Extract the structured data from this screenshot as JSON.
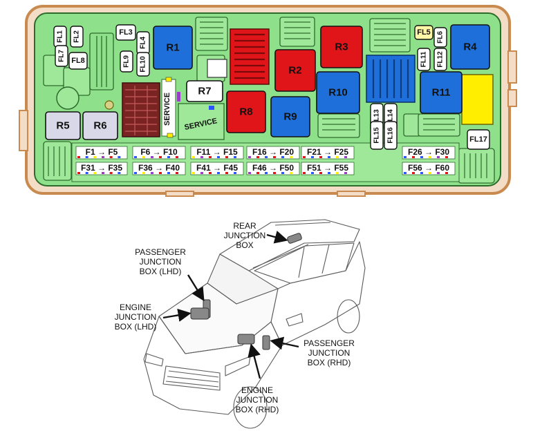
{
  "fusebox": {
    "relays": [
      {
        "id": "r1",
        "label": "R1",
        "color": "#1e6fd9"
      },
      {
        "id": "r2",
        "label": "R2",
        "color": "#e0151a"
      },
      {
        "id": "r3",
        "label": "R3",
        "color": "#e0151a"
      },
      {
        "id": "r4",
        "label": "R4",
        "color": "#1e6fd9"
      },
      {
        "id": "r5",
        "label": "R5",
        "color": "#d8d8e8"
      },
      {
        "id": "r6",
        "label": "R6",
        "color": "#d8d8e8"
      },
      {
        "id": "r7",
        "label": "R7",
        "color": "#ffffff"
      },
      {
        "id": "r8",
        "label": "R8",
        "color": "#e0151a"
      },
      {
        "id": "r9",
        "label": "R9",
        "color": "#1e6fd9"
      },
      {
        "id": "r10",
        "label": "R10",
        "color": "#1e6fd9"
      },
      {
        "id": "r11",
        "label": "R11",
        "color": "#1e6fd9"
      }
    ],
    "fusible_links": [
      {
        "id": "fl1",
        "label": "FL1"
      },
      {
        "id": "fl2",
        "label": "FL2"
      },
      {
        "id": "fl3",
        "label": "FL3"
      },
      {
        "id": "fl4",
        "label": "FL4"
      },
      {
        "id": "fl5",
        "label": "FL5"
      },
      {
        "id": "fl6",
        "label": "FL6"
      },
      {
        "id": "fl7",
        "label": "FL7"
      },
      {
        "id": "fl8",
        "label": "FL8"
      },
      {
        "id": "fl9",
        "label": "FL9"
      },
      {
        "id": "fl10",
        "label": "FL10"
      },
      {
        "id": "fl11",
        "label": "FL11"
      },
      {
        "id": "fl12",
        "label": "FL12"
      },
      {
        "id": "fl13",
        "label": "FL13"
      },
      {
        "id": "fl14",
        "label": "FL14"
      },
      {
        "id": "fl15",
        "label": "FL15"
      },
      {
        "id": "fl16",
        "label": "FL16"
      },
      {
        "id": "fl17",
        "label": "FL17"
      }
    ],
    "fuse_ranges": [
      {
        "id": "f1-5",
        "label": "F1 → F5"
      },
      {
        "id": "f6-10",
        "label": "F6 → F10"
      },
      {
        "id": "f11-15",
        "label": "F11 → F15"
      },
      {
        "id": "f16-20",
        "label": "F16 → F20"
      },
      {
        "id": "f21-25",
        "label": "F21 → F25"
      },
      {
        "id": "f26-30",
        "label": "F26 → F30"
      },
      {
        "id": "f31-35",
        "label": "F31 → F35"
      },
      {
        "id": "f36-40",
        "label": "F36 → F40"
      },
      {
        "id": "f41-45",
        "label": "F41 → F45"
      },
      {
        "id": "f46-50",
        "label": "F46 → F50"
      },
      {
        "id": "f51-55",
        "label": "F51 → F55"
      },
      {
        "id": "f56-60",
        "label": "F56 → F60"
      }
    ],
    "service_labels": [
      "SERVICE",
      "SERVICE"
    ],
    "colors": {
      "housing_outline": "#c98a4f",
      "housing_fill": "#f3ddc6",
      "board_fill": "#8fe08a",
      "board_outline": "#2d6b2d",
      "red_relay": "#e0151a",
      "blue_relay": "#1e6fd9",
      "yellow_block": "#ffee00",
      "fuse_block": "#7a2323"
    }
  },
  "vehicle_callouts": {
    "rear": [
      "REAR",
      "JUNCTION",
      "BOX"
    ],
    "passenger_lhd": [
      "PASSENGER",
      "JUNCTION",
      "BOX (LHD)"
    ],
    "engine_lhd": [
      "ENGINE",
      "JUNCTION",
      "BOX (LHD)"
    ],
    "passenger_rhd": [
      "PASSENGER",
      "JUNCTION",
      "BOX (RHD)"
    ],
    "engine_rhd": [
      "ENGINE",
      "JUNCTION",
      "BOX (RHD)"
    ]
  }
}
